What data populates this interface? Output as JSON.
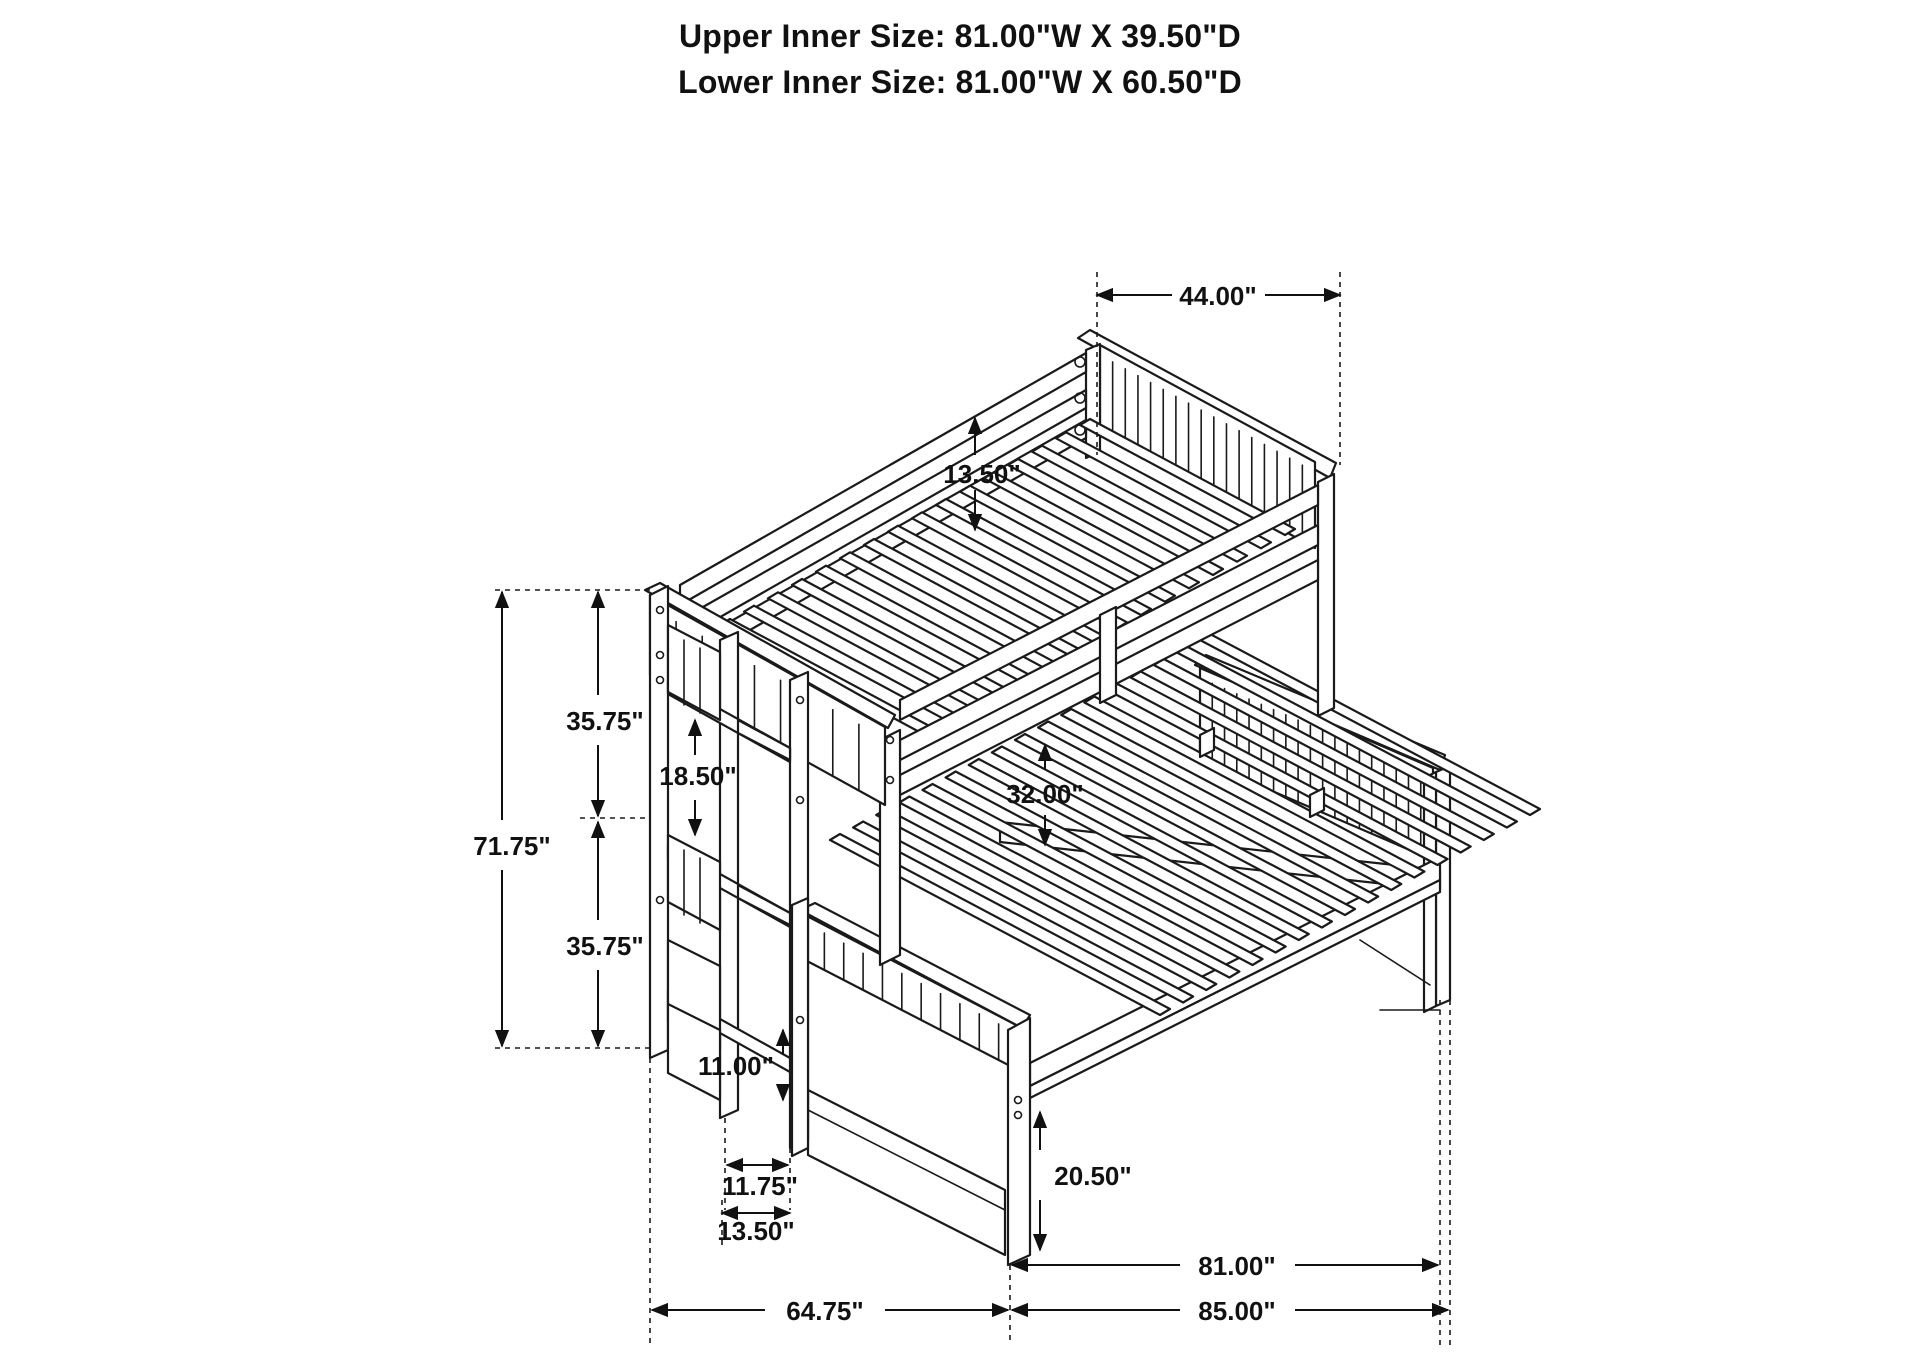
{
  "header": {
    "upper_inner_size": "Upper Inner Size: 81.00\"W X 39.50\"D",
    "lower_inner_size": "Lower Inner Size: 81.00\"W X 60.50\"D"
  },
  "dimensions": {
    "top_width": "44.00\"",
    "upper_rail_height": "13.50\"",
    "upper_section_height": "35.75\"",
    "ladder_step": "18.50\"",
    "total_height": "71.75\"",
    "lower_section_height": "35.75\"",
    "lower_clearance": "32.00\"",
    "ladder_bottom_step": "11.00\"",
    "ladder_inner_width": "11.75\"",
    "ladder_outer_width": "13.50\"",
    "lower_rail_height": "20.50\"",
    "inner_length": "81.00\"",
    "overall_depth": "64.75\"",
    "overall_length": "85.00\""
  },
  "colors": {
    "line": "#1a1a1a",
    "background": "#ffffff"
  }
}
